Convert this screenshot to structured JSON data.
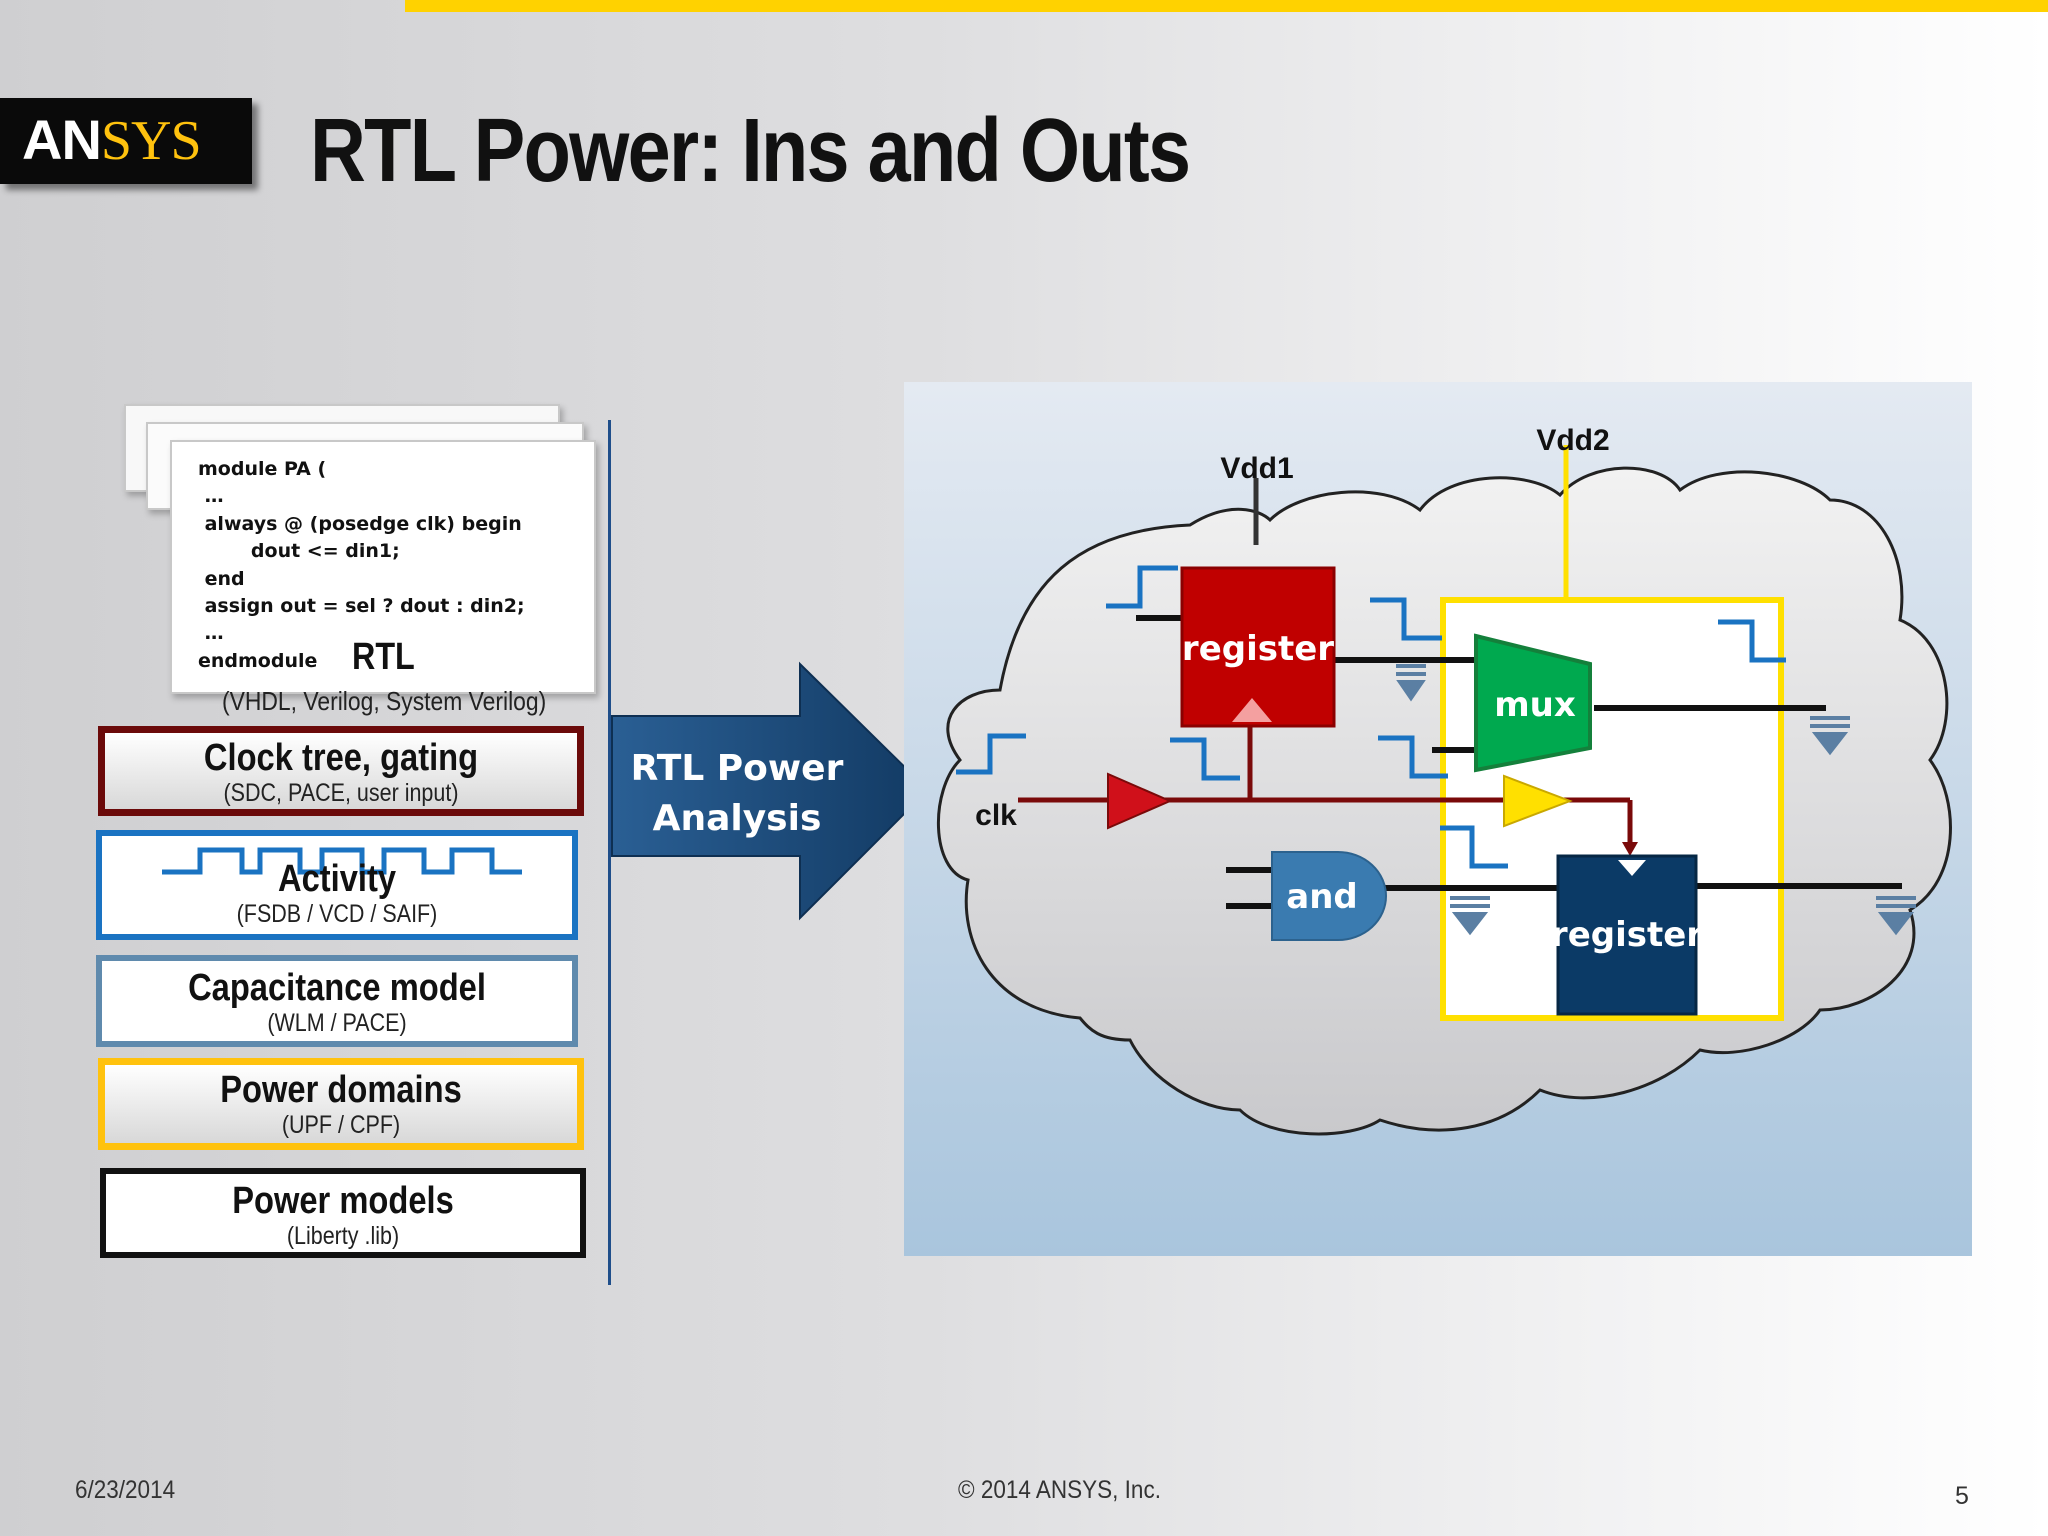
{
  "logo": {
    "text_white": "AN",
    "text_yellow": "SYS"
  },
  "slide": {
    "title": "RTL Power: Ins and Outs"
  },
  "rtl_code": {
    "lines": [
      "module PA (",
      " …",
      " always @ (posedge clk) begin",
      "        dout <= din1;",
      " end",
      " assign out = sel ? dout : din2;",
      " …",
      "endmodule"
    ],
    "label": "RTL",
    "formats": "(VHDL, Verilog, System Verilog)"
  },
  "inputs": [
    {
      "title": "Clock tree, gating",
      "subtitle": "(SDC, PACE, user input)",
      "color": "#6b0a0a"
    },
    {
      "title": "Activity",
      "subtitle": "(FSDB / VCD / SAIF)",
      "color": "#1a73c2"
    },
    {
      "title": "Capacitance model",
      "subtitle": "(WLM / PACE)",
      "color": "#5f8aad"
    },
    {
      "title": "Power domains",
      "subtitle": "(UPF / CPF)",
      "color": "#ffc20e"
    },
    {
      "title": "Power models",
      "subtitle": "(Liberty .lib)",
      "color": "#111111"
    }
  ],
  "arrow": {
    "line1": "RTL Power",
    "line2": "Analysis",
    "color": "#1b4d7e"
  },
  "circuit": {
    "vdd1": "Vdd1",
    "vdd2": "Vdd2",
    "clk": "clk",
    "register1": "register",
    "mux": "mux",
    "and_gate": "and",
    "register2": "register",
    "colors": {
      "register1": "#c00000",
      "mux": "#00a94f",
      "and_gate": "#3a7bb0",
      "register2": "#0b3a66",
      "domain": "#ffe000",
      "wave": "#1a73c2"
    }
  },
  "footer": {
    "date": "6/23/2014",
    "copyright": "© 2014 ANSYS, Inc.",
    "page": "5"
  }
}
